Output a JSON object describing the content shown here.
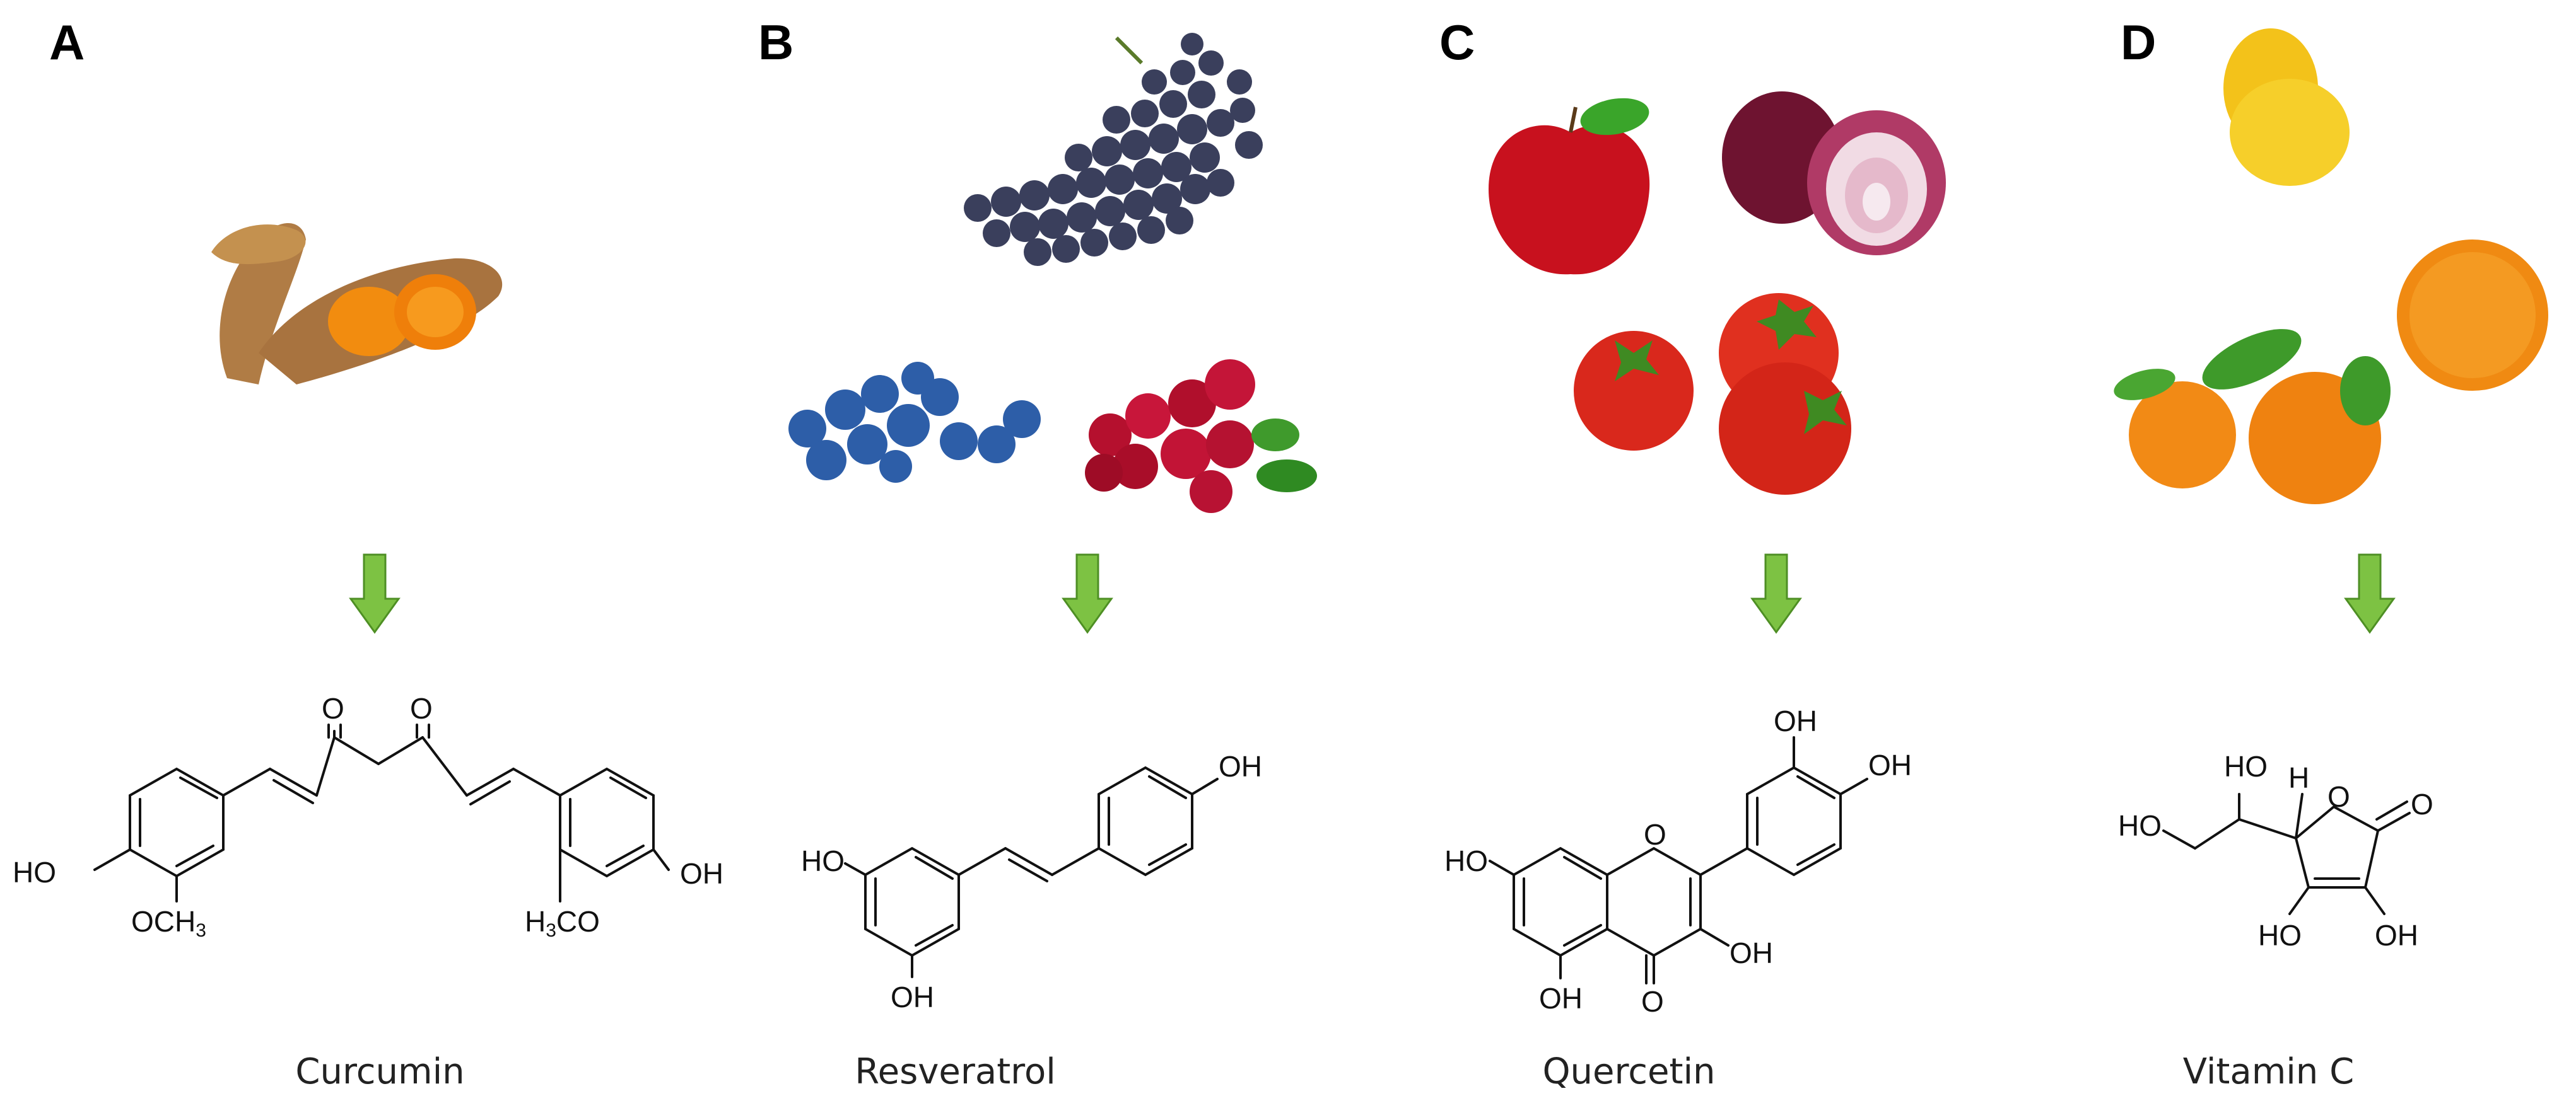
{
  "panels": [
    {
      "letter": "A",
      "compound": "Curcumin",
      "sources": [
        "turmeric"
      ],
      "atoms": {
        "o1": "O",
        "o2": "O",
        "hoL": "HO",
        "ohR": "OH",
        "ome1": "OCH",
        "ome1sub": "3",
        "ome2a": "H",
        "ome2sub": "3",
        "ome2b": "CO"
      }
    },
    {
      "letter": "B",
      "compound": "Resveratrol",
      "sources": [
        "grapes",
        "blueberries",
        "cranberries"
      ],
      "atoms": {
        "ho1": "HO",
        "oh1": "OH",
        "oh2": "OH"
      }
    },
    {
      "letter": "C",
      "compound": "Quercetin",
      "sources": [
        "apple",
        "red onion",
        "tomatoes"
      ],
      "atoms": {
        "ohTop": "OH",
        "ohRight": "OH",
        "ho7": "HO",
        "oRing": "O",
        "oh3": "OH",
        "oh5": "OH",
        "oKeto": "O"
      }
    },
    {
      "letter": "D",
      "compound": "Vitamin C",
      "sources": [
        "lemon",
        "orange",
        "mandarins"
      ],
      "atoms": {
        "hoTop": "HO",
        "h": "H",
        "oRing": "O",
        "oKeto": "O",
        "hoLeft": "HO",
        "hoBot": "HO",
        "ohBot": "OH"
      }
    }
  ],
  "colors": {
    "arrow": "#7dc243",
    "arrowStroke": "#4e8f24",
    "text": "#111111"
  }
}
